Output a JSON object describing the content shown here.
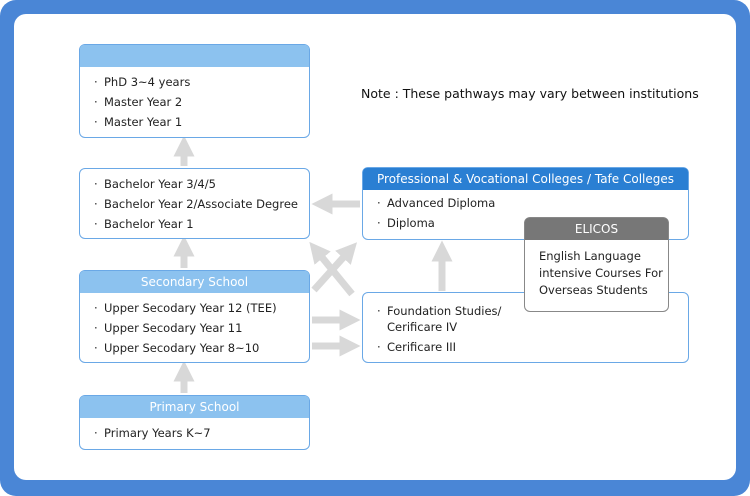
{
  "note": "Note : These pathways may vary between institutions",
  "postgrad": {
    "items": [
      "PhD 3~4 years",
      "Master Year 2",
      "Master Year 1"
    ]
  },
  "bachelor": {
    "items": [
      "Bachelor Year 3/4/5",
      "Bachelor Year  2/Associate Degree",
      "Bachelor Year  1"
    ]
  },
  "secondary": {
    "title": "Secondary School",
    "items": [
      "Upper Secodary Year 12 (TEE)",
      "Upper Secodary Year 11",
      "Upper Secodary Year 8~10"
    ]
  },
  "primary": {
    "title": "Primary School",
    "items": [
      "Primary Years K~7"
    ]
  },
  "professional": {
    "title": "Professional & Vocational Colleges / Tafe Colleges",
    "items": [
      "Advanced Diploma",
      "Diploma"
    ]
  },
  "foundation": {
    "items": [
      "Foundation Studies/",
      "Cerificare IV",
      "Cerificare III"
    ]
  },
  "elicos": {
    "title": "ELICOS",
    "lines": [
      "English Language",
      "intensive Courses For",
      "Overseas Students"
    ]
  },
  "bullet": "·",
  "colors": {
    "frame": "#4a86d6",
    "header_light": "#8cc2ef",
    "header_dark": "#2a7fd3",
    "header_gray": "#777777",
    "arrow": "#d8d8d8"
  }
}
